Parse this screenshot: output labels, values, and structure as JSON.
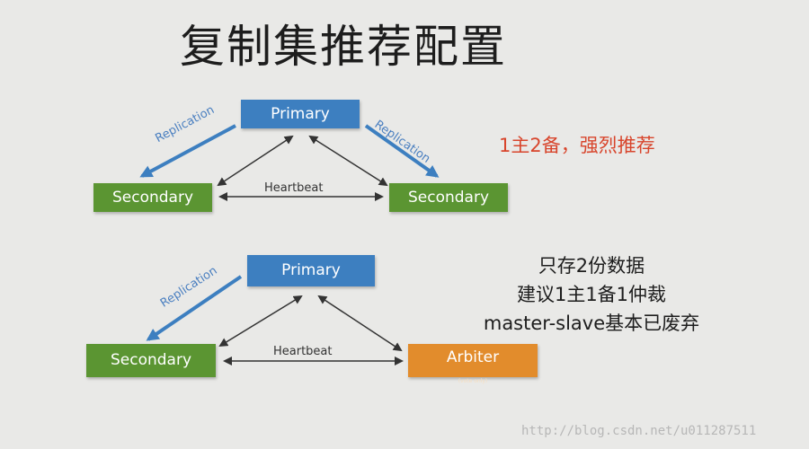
{
  "title": "复制集推荐配置",
  "diagram1": {
    "primary": "Primary",
    "secondary_left": "Secondary",
    "secondary_right": "Secondary",
    "heartbeat": "Heartbeat",
    "replication_left": "Replication",
    "replication_right": "Replication",
    "note": "1主2备，强烈推荐"
  },
  "diagram2": {
    "primary": "Primary",
    "secondary": "Secondary",
    "arbiter": "Arbiter",
    "arbiter_sub": "(vote only)",
    "heartbeat": "Heartbeat",
    "replication": "Replication",
    "notes": [
      "只存2份数据",
      "建议1主1备1仲裁",
      "master-slave基本已废弃"
    ]
  },
  "watermark": "http://blog.csdn.net/u011287511",
  "colors": {
    "primary": "#3d7fc0",
    "secondary": "#5b9532",
    "arbiter": "#e28c2c",
    "replication_arrow": "#3d7fc0",
    "heartbeat_arrow": "#333333",
    "note_red": "#d8452c"
  }
}
